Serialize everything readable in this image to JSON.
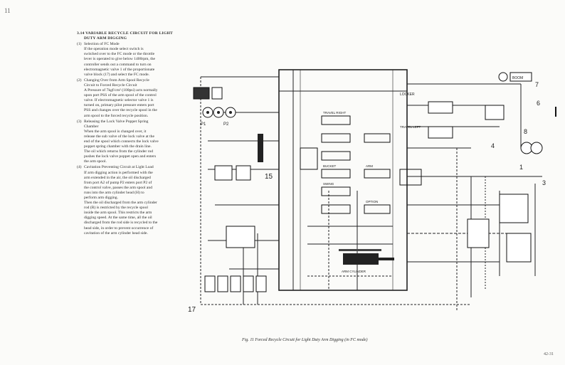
{
  "page": {
    "corner_mark": "11",
    "page_number": "42-31"
  },
  "section": {
    "title_line1": "3.14 VARIABLE RECYCLE CIRCUIT FOR LIGHT",
    "title_line2": "DUTY ARM DIGGING",
    "items": [
      {
        "num": "(1)",
        "heading": "Selection of FC Mode",
        "body": [
          "If the operation mode select switch is",
          "switched over to the FC mode or the throttle",
          "lever is operated to give below 1400rpm, the",
          "controller sends out a command to turn on",
          "electromagnetic valve 1 of the proportionate",
          "valve block (17) and select the FC mode."
        ]
      },
      {
        "num": "(2)",
        "heading": "Changing Over from Arm Spool Recycle",
        "heading2": "Circuit to Forced Recycle Circuit",
        "body": [
          "A Pressure of 7kgf/cm² (100psi) acts normally",
          "upon port PSS of the arm spool of the control",
          "valve. If electromagnetic selector valve 1 is",
          "turned on, primary pilot pressure enters port",
          "PSS and changes over the recycle spool in the",
          "arm spool to the forced recycle position."
        ]
      },
      {
        "num": "(3)",
        "heading": "Releasing the Lock Valve Poppet Spring",
        "heading2": "Chamber",
        "body": [
          "When the arm spool is changed over, it",
          "release the sub valve of the lock valve at the",
          "end of the spool which connects the lock valve",
          "poppet spring chamber with the drain line.",
          "The oil which returns from the cylinder rod",
          "pushes the lock valve poppet open and enters",
          "the arm spool."
        ]
      },
      {
        "num": "(4)",
        "heading": "Cavitation Preventing Circuit at Light Load",
        "body": [
          "If arm digging action is performed with the",
          "arm extended in the air, the oil discharged",
          "from port A2 of pump P2 enters port P2 of",
          "the control valve, passes the arm spool and",
          "runs into the arm cylinder head (H) to",
          "perform arm digging.",
          "Then the oil discharged from the arm cylinder",
          "rod (R) is restricted by the recycle spool",
          "inside the arm spool. This restricts the arm",
          "digging speed. At the same time, all the oil",
          "discharged from the rod side is recycled to the",
          "head side, in order to prevent occurrence of",
          "cavitation of the arm cylinder head side."
        ]
      }
    ]
  },
  "figure": {
    "caption": "Fig. 11  Forced Recycle Circuit for Light Duty Arm Digging (in FC mode)",
    "labels": {
      "n17": "17",
      "n15": "15",
      "n1": "1",
      "n7": "7",
      "n6": "6",
      "n4": "4",
      "n8": "8",
      "n3": "3",
      "p1": "P1",
      "p2": "P2",
      "boom": "BOOM",
      "locker": "LOCKER",
      "travel_r": "TRAVEL RIGHT",
      "travel_l": "TRAVEL LEFT",
      "bucket": "BUCKET",
      "arm": "ARM",
      "swing": "SWING",
      "option": "OPTION",
      "cylinder": "ARM CYLINDER"
    }
  }
}
